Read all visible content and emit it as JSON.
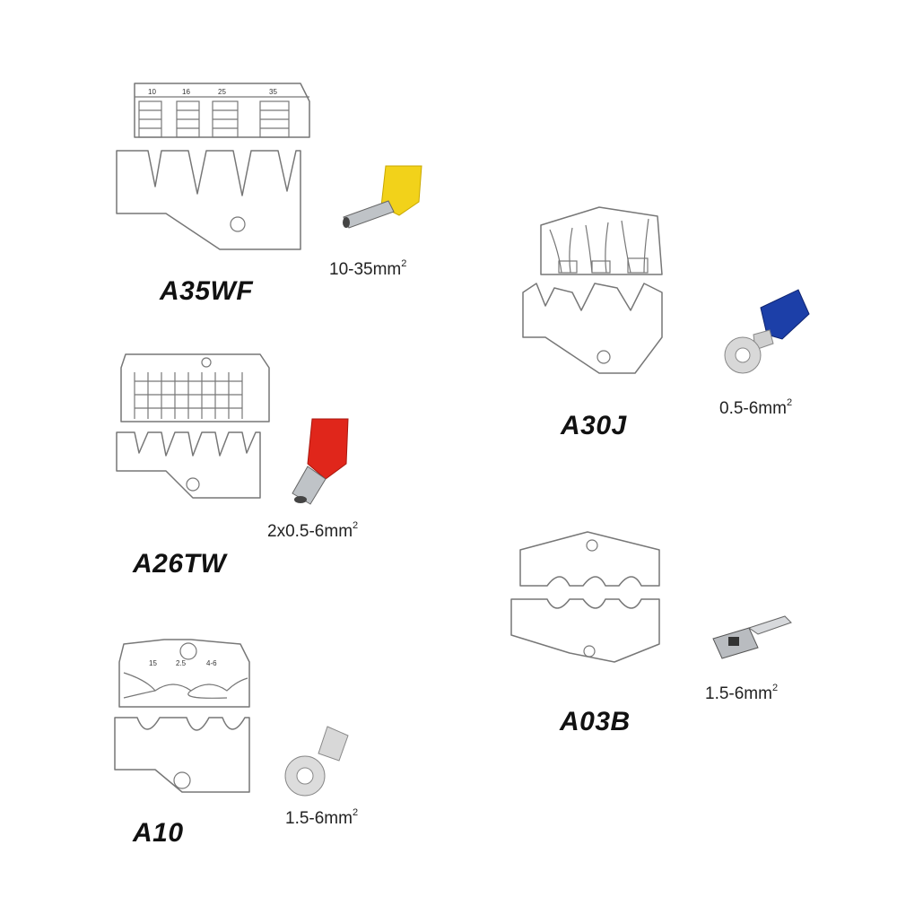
{
  "dies": [
    {
      "model": "A35WF",
      "spec": "10-35mm",
      "spec_sup": "2",
      "terminal": "yellow-ferrule-icon",
      "die_labels": [
        "10",
        "16",
        "25",
        "35"
      ]
    },
    {
      "model": "A26TW",
      "spec": "2x0.5-6mm",
      "spec_sup": "2",
      "terminal": "red-twin-ferrule-icon"
    },
    {
      "model": "A10",
      "spec": "1.5-6mm",
      "spec_sup": "2",
      "terminal": "ring-terminal-icon",
      "die_labels": [
        "15",
        "2.5",
        "4-6"
      ]
    },
    {
      "model": "A30J",
      "spec": "0.5-6mm",
      "spec_sup": "2",
      "terminal": "blue-ring-terminal-icon"
    },
    {
      "model": "A03B",
      "spec": "1.5-6mm",
      "spec_sup": "2",
      "terminal": "flag-terminal-icon"
    }
  ],
  "colors": {
    "yellow": "#f2d21a",
    "red": "#e0261b",
    "blue": "#1c3fa8",
    "outline": "#777777"
  }
}
